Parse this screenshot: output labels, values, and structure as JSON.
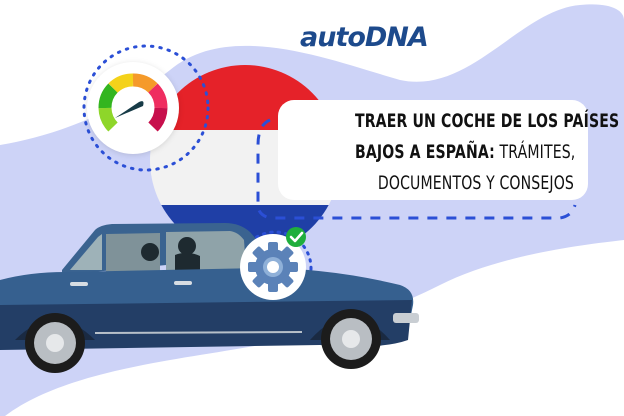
{
  "brand": {
    "logo_text": "autoDNA",
    "logo_color": "#1d4a8c"
  },
  "headline": {
    "line1_bold": "TRAER UN COCHE DE LOS PAÍSES",
    "line2_bold": "BAJOS A ESPAÑA:",
    "line2_regular": " TRÁMITES,",
    "line3_regular": "DOCUMENTOS Y CONSEJOS"
  },
  "icons": {
    "speedometer": "speedometer-icon",
    "gear": "gear-icon",
    "checkmark": "check-badge-icon",
    "flag": "netherlands-flag-circle"
  },
  "colors": {
    "background_blob": "#cdd3f7",
    "flag_red": "#e52229",
    "flag_white": "#f2f2f2",
    "flag_blue": "#1f3fa6",
    "dotted_line": "#2b4fd6",
    "check_green": "#1fae3c",
    "gear_blue": "#5b82b8",
    "car_body": "#2f5684"
  }
}
